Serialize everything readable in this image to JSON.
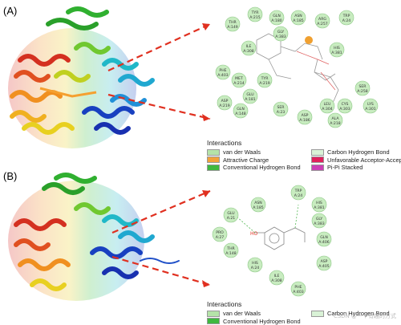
{
  "panels": [
    {
      "label": "(A)",
      "residues": [
        {
          "t": "THR",
          "n": "A:149"
        },
        {
          "t": "TYR",
          "n": "A:215"
        },
        {
          "t": "GLN",
          "n": "A:180"
        },
        {
          "t": "ASN",
          "n": "A:185"
        },
        {
          "t": "ARG",
          "n": "A:257"
        },
        {
          "t": "TRP",
          "n": "A:24"
        },
        {
          "t": "GLY",
          "n": "A:383"
        },
        {
          "t": "HIS",
          "n": "A:381"
        },
        {
          "t": "ILE",
          "n": "A:308"
        },
        {
          "t": "PHE",
          "n": "A:403"
        },
        {
          "t": "MET",
          "n": "A:214"
        },
        {
          "t": "TYR",
          "n": "A:219"
        },
        {
          "t": "GLU",
          "n": "A:181"
        },
        {
          "t": "ASP",
          "n": "A:219"
        },
        {
          "t": "GLN",
          "n": "A:148"
        },
        {
          "t": "SER",
          "n": "A:258"
        },
        {
          "t": "CYS",
          "n": "A:303"
        },
        {
          "t": "LEU",
          "n": "A:304"
        },
        {
          "t": "ALA",
          "n": "A:218"
        },
        {
          "t": "LYS",
          "n": "A:301"
        },
        {
          "t": "SER",
          "n": "A:23"
        },
        {
          "t": "ASP",
          "n": "A:186"
        }
      ],
      "legend": {
        "title": "Interactions",
        "items": [
          {
            "label": "van der Waals",
            "color": "#b5e3a8"
          },
          {
            "label": "Carbon Hydrogen Bond",
            "color": "#d9f2d6"
          },
          {
            "label": "Attractive Charge",
            "color": "#f2a23a"
          },
          {
            "label": "Unfavorable Acceptor-Acceptor",
            "color": "#e0205c"
          },
          {
            "label": "Conventional Hydrogen Bond",
            "color": "#3fb83f"
          },
          {
            "label": "Pi-Pi Stacked",
            "color": "#cc3fb5"
          }
        ]
      }
    },
    {
      "label": "(B)",
      "residues": [
        {
          "t": "ASN",
          "n": "A:185"
        },
        {
          "t": "TRP",
          "n": "A:24"
        },
        {
          "t": "HIS",
          "n": "A:381"
        },
        {
          "t": "GLY",
          "n": "A:383"
        },
        {
          "t": "GLU",
          "n": "A:21"
        },
        {
          "t": "PRO",
          "n": "A:27"
        },
        {
          "t": "THR",
          "n": "A:148"
        },
        {
          "t": "HIS",
          "n": "A:24"
        },
        {
          "t": "ILE",
          "n": "A:308"
        },
        {
          "t": "PHE",
          "n": "A:403"
        },
        {
          "t": "GLN",
          "n": "A:406"
        },
        {
          "t": "ASP",
          "n": "A:405"
        }
      ],
      "legend": {
        "title": "Interactions",
        "items": [
          {
            "label": "van der Waals",
            "color": "#b5e3a8"
          },
          {
            "label": "Carbon Hydrogen Bond",
            "color": "#d9f2d6"
          },
          {
            "label": "Conventional Hydrogen Bond",
            "color": "#3fb83f"
          }
        ]
      }
    }
  ],
  "watermark": "CSDN @一个有趣的方式"
}
